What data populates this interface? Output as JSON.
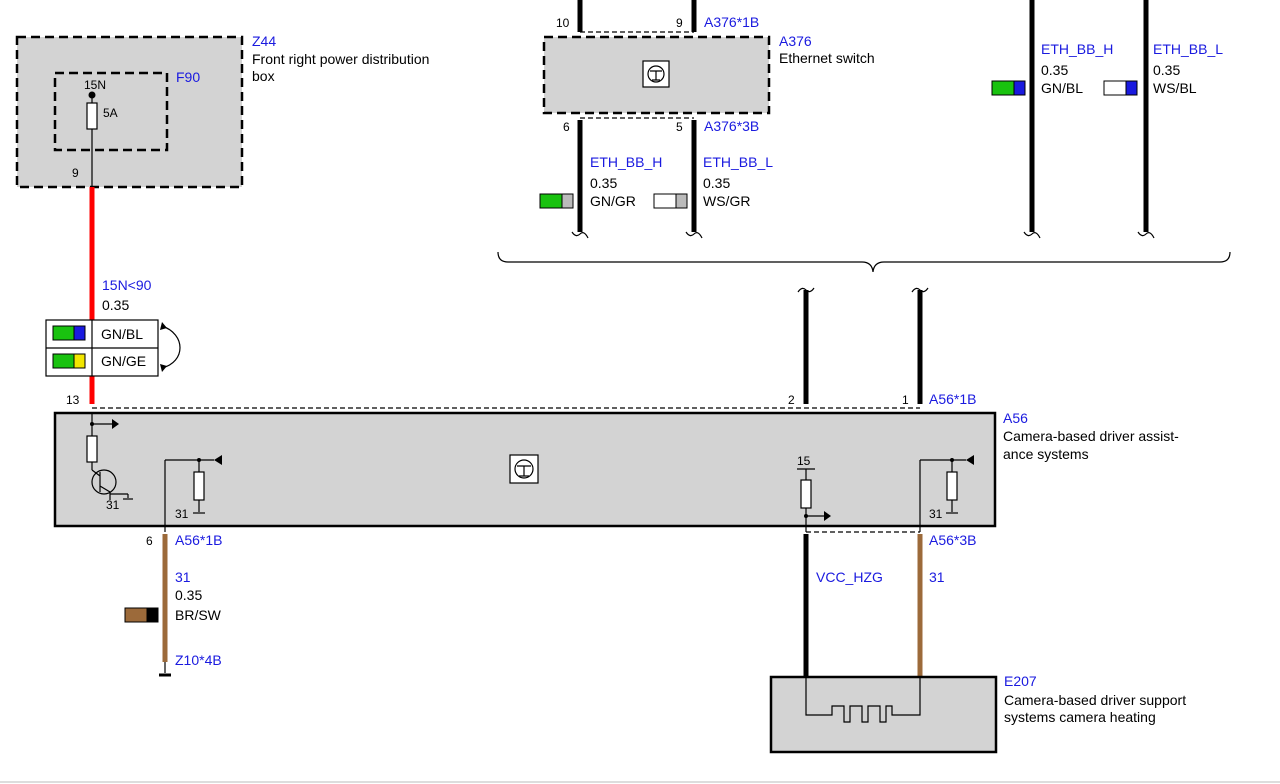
{
  "z44": {
    "id": "Z44",
    "name_line1": "Front right power distribution",
    "name_line2": "box",
    "fuse_id": "F90",
    "fuse_terminal": "15N",
    "fuse_rating": "5A",
    "pin": "9"
  },
  "a376": {
    "id": "A376",
    "name": "Ethernet switch",
    "connector_top": "A376*1B",
    "connector_bottom": "A376*3B",
    "pins": {
      "top_left": "10",
      "top_right": "9",
      "bottom_left": "6",
      "bottom_right": "5"
    }
  },
  "a376_wires": [
    {
      "signal": "ETH_BB_H",
      "size": "0.35",
      "color_code": "GN/GR",
      "c1": "#19c20f",
      "c2": "#bbbbbb"
    },
    {
      "signal": "ETH_BB_L",
      "size": "0.35",
      "color_code": "WS/GR",
      "c1": "#ffffff",
      "c2": "#bbbbbb"
    }
  ],
  "top_right_wires": [
    {
      "signal": "ETH_BB_H",
      "size": "0.35",
      "color_code": "GN/BL",
      "c1": "#19c20f",
      "c2": "#1a1adf"
    },
    {
      "signal": "ETH_BB_L",
      "size": "0.35",
      "color_code": "WS/BL",
      "c1": "#ffffff",
      "c2": "#1a1adf"
    }
  ],
  "power_wire": {
    "signal": "15N<90",
    "size": "0.35",
    "alternatives": [
      {
        "color_code": "GN/BL",
        "c1": "#19c20f",
        "c2": "#1a1adf"
      },
      {
        "color_code": "GN/GE",
        "c1": "#19c20f",
        "c2": "#f2e600"
      }
    ],
    "wire_color": "#ff0000"
  },
  "a56": {
    "id": "A56",
    "name_line1": "Camera-based driver assist-",
    "name_line2": "ance systems",
    "connector_1b": "A56*1B",
    "connector_3b": "A56*3B",
    "pin_top_left": "13",
    "pin_eth_2": "2",
    "pin_eth_1": "1",
    "pin_bottom_left": "6",
    "ground_label": "31",
    "heater_supply_label": "15"
  },
  "ground_wire": {
    "signal": "31",
    "size": "0.35",
    "color_code": "BR/SW",
    "c1": "#9c6a3a",
    "c2": "#000000",
    "ground_point": "Z10*4B",
    "wire_color": "#9c6a3a"
  },
  "heater_wires": {
    "supply_signal": "VCC_HZG",
    "ground_signal": "31"
  },
  "e207": {
    "id": "E207",
    "name_line1": "Camera-based driver support",
    "name_line2": "systems camera heating"
  }
}
